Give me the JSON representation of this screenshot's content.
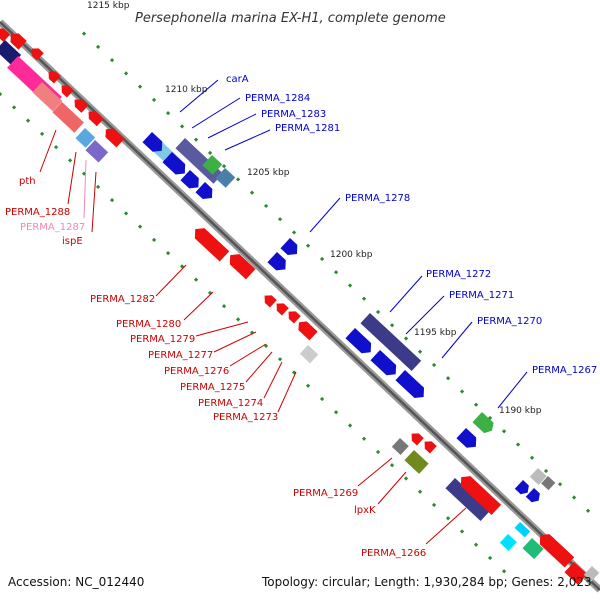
{
  "title": "Persephonella marina EX-H1, complete genome",
  "footer": {
    "accession": "Accession: NC_012440",
    "topology": "Topology: circular; Length: 1,930,284 bp; Genes: 2,023"
  },
  "colors": {
    "backbone": "#777777",
    "forward_label": "#0000cc",
    "reverse_label": "#cc0000",
    "pale_label": "#ee88bb",
    "tick": "#2e8b2e"
  },
  "position_markers": [
    "1215 kbp",
    "1210 kbp",
    "1205 kbp",
    "1200 kbp",
    "1195 kbp",
    "1190 kbp"
  ],
  "forward_gene_labels": [
    "carA",
    "PERMA_1284",
    "PERMA_1283",
    "PERMA_1281",
    "PERMA_1278",
    "PERMA_1272",
    "PERMA_1271",
    "PERMA_1270",
    "PERMA_1267"
  ],
  "reverse_gene_labels": [
    "pth",
    "PERMA_1288",
    "PERMA_1287",
    "ispE",
    "PERMA_1282",
    "PERMA_1280",
    "PERMA_1279",
    "PERMA_1277",
    "PERMA_1276",
    "PERMA_1275",
    "PERMA_1274",
    "PERMA_1273",
    "PERMA_1269",
    "lpxK",
    "PERMA_1266"
  ]
}
